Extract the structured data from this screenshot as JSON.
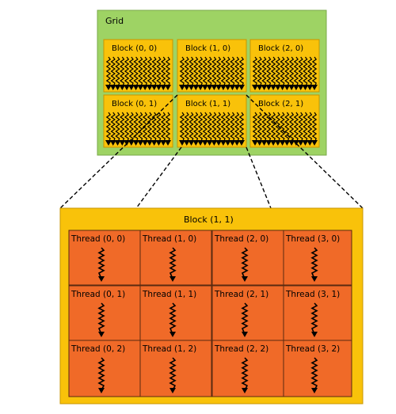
{
  "grid": {
    "title": "Grid",
    "blocks": [
      {
        "label": "Block (0, 0)"
      },
      {
        "label": "Block (1, 0)"
      },
      {
        "label": "Block (2, 0)"
      },
      {
        "label": "Block (0, 1)"
      },
      {
        "label": "Block (1, 1)"
      },
      {
        "label": "Block (2, 1)"
      }
    ]
  },
  "block_detail": {
    "title": "Block (1, 1)",
    "threads": [
      {
        "label": "Thread (0, 0)"
      },
      {
        "label": "Thread (1, 0)"
      },
      {
        "label": "Thread (2, 0)"
      },
      {
        "label": "Thread (3, 0)"
      },
      {
        "label": "Thread (0, 1)"
      },
      {
        "label": "Thread (1, 1)"
      },
      {
        "label": "Thread (2, 1)"
      },
      {
        "label": "Thread (3, 1)"
      },
      {
        "label": "Thread (0, 2)"
      },
      {
        "label": "Thread (1, 2)"
      },
      {
        "label": "Thread (2, 2)"
      },
      {
        "label": "Thread (3, 2)"
      }
    ]
  },
  "colors": {
    "grid_fill": "#9ed364",
    "grid_border": "#7aa84a",
    "block_fill": "#f9c20a",
    "block_border": "#c89600",
    "detail_fill": "#f9c20a",
    "thread_fill": "#f06a28",
    "thread_border": "#5a2a10",
    "arrow": "#000000"
  }
}
